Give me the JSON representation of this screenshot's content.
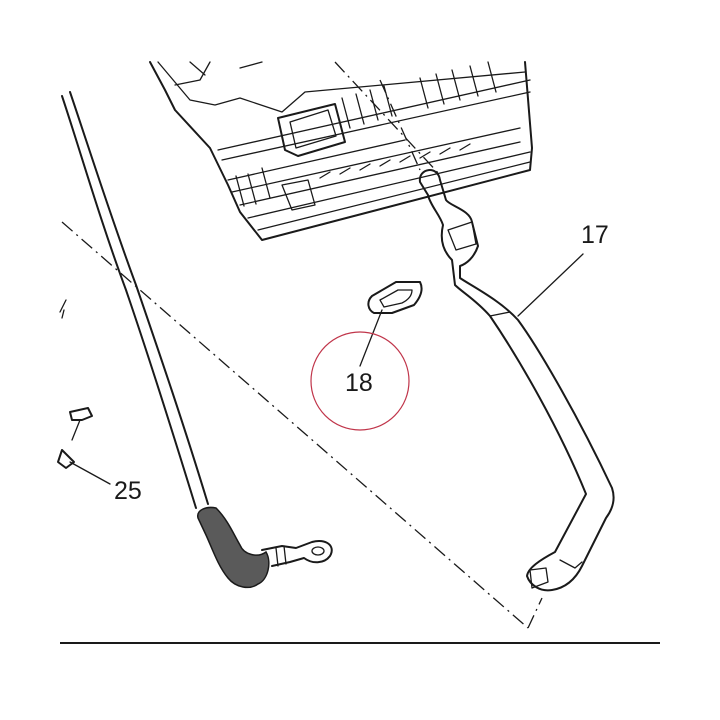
{
  "callouts": {
    "part_17": "17",
    "part_18": "18",
    "part_25": "25"
  },
  "colors": {
    "line": "#1a1a1a",
    "highlight_circle": "#c0354a",
    "grommet_fill": "#5a5a5a"
  }
}
